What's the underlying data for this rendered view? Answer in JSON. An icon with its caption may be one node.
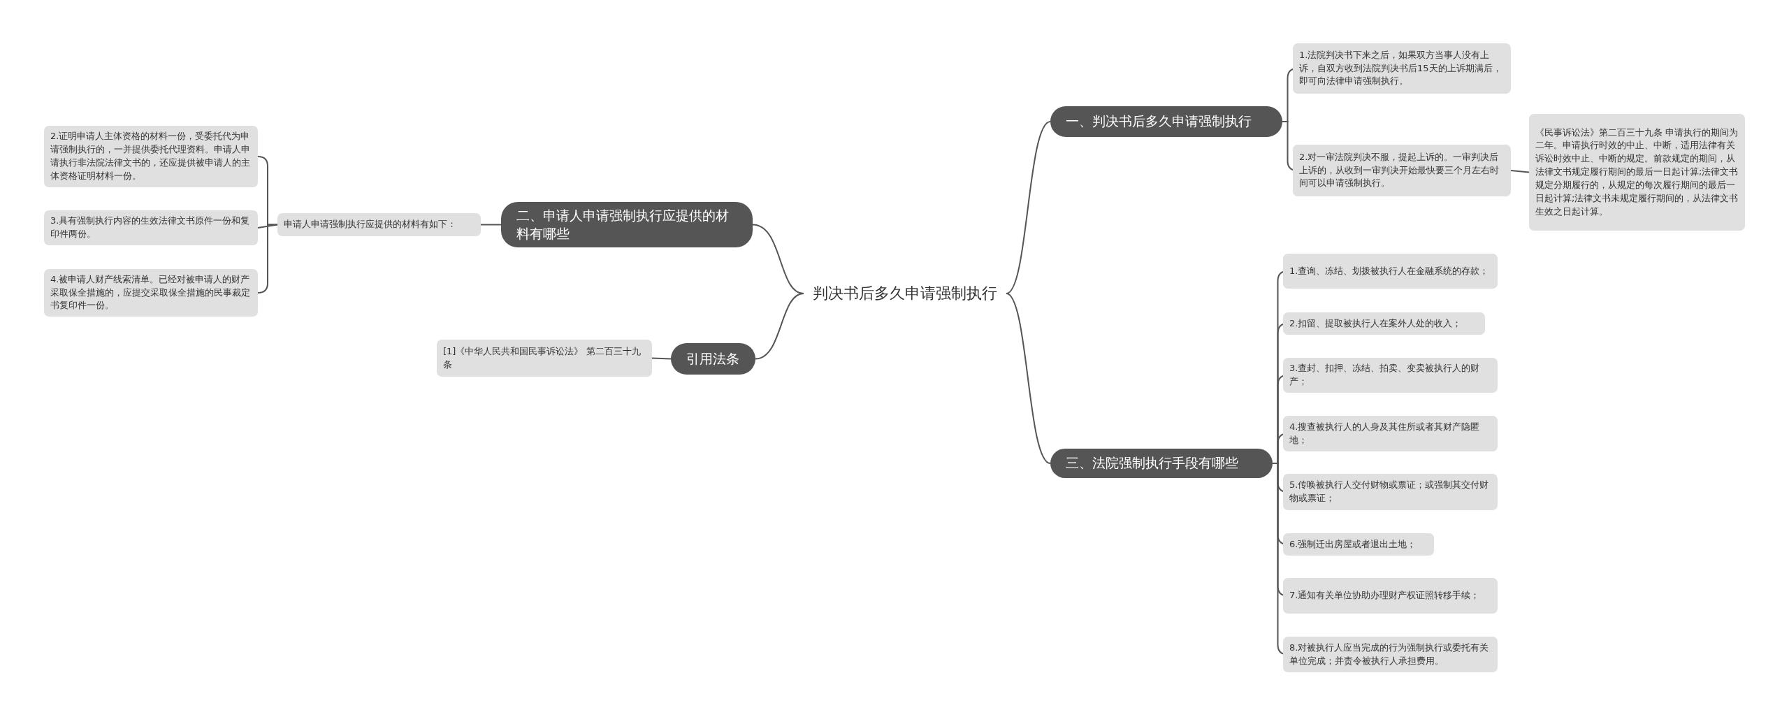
{
  "diagram": {
    "nodes": [
      {
        "text": [
          "判决书后多久申请强制执行"
        ]
      },
      {
        "text": [
          "一、判决书后多久申请强制执行"
        ]
      },
      {
        "text": [
          "1.法院判决书下来之后，如果双方当事人没有上诉，自双方收到法院判决书后15天的上诉期满后，即可向法律申请强制执行。"
        ]
      },
      {
        "text": [
          "2.对一审法院判决不服，提起上诉的。一审判决后上诉的，从收到一审判决开始最快要三个月左右时间可以申请强制执行。"
        ]
      },
      {
        "text": [
          "《民事诉讼法》第二百三十九条 申请执行的期间为二年。申请执行时效的中止、中断，适用法律有关诉讼时效中止、中断的规定。前款规定的期间，从法律文书规定履行期间的最后一日起计算;法律文书规定分期履行的，从规定的每次履行期间的最后一日起计算;法律文书未规定履行期间的，从法律文书生效之日起计算。"
        ]
      },
      {
        "text": [
          "二、申请人申请强制执行应提供的材料有哪些"
        ]
      },
      {
        "text": [
          "申请人申请强制执行应提供的材料有如下："
        ]
      },
      {
        "text": [
          "2.证明申请人主体资格的材料一份，受委托代为申请强制执行的，一并提供委托代理资料。申请人申请执行非法院法律文书的，还应提供被申请人的主体资格证明材料一份。"
        ]
      },
      {
        "text": [
          "3.具有强制执行内容的生效法律文书原件一份和复印件两份。"
        ]
      },
      {
        "text": [
          "4.被申请人财产线索清单。已经对被申请人的财产采取保全措施的，应提交采取保全措施的民事裁定书复印件一份。"
        ]
      },
      {
        "text": [
          "引用法条"
        ]
      },
      {
        "text": [
          "[1]《中华人民共和国民事诉讼法》 第二百三十九条"
        ]
      },
      {
        "text": [
          "三、法院强制执行手段有哪些"
        ]
      },
      {
        "text": [
          "1.查询、冻结、划拨被执行人在金融系统的存款；"
        ]
      },
      {
        "text": [
          "2.扣留、提取被执行人在案外人处的收入；"
        ]
      },
      {
        "text": [
          "3.查封、扣押、冻结、拍卖、变卖被执行人的财产；"
        ]
      },
      {
        "text": [
          "4.搜查被执行人的人身及其住所或者其财产隐匿地；"
        ]
      },
      {
        "text": [
          "5.传唤被执行人交付财物或票证；或强制其交付财物或票证；"
        ]
      },
      {
        "text": [
          "6.强制迁出房屋或者退出土地；"
        ]
      },
      {
        "text": [
          "7.通知有关单位协助办理财产权证照转移手续；"
        ]
      },
      {
        "text": [
          "8.对被执行人应当完成的行为强制执行或委托有关单位完成；并责令被执行人承担费用。"
        ]
      }
    ],
    "edges": [
      {
        "from": 0,
        "to": 1,
        "arrow": "none"
      },
      {
        "from": 1,
        "to": 2,
        "arrow": "none"
      },
      {
        "from": 1,
        "to": 3,
        "arrow": "none"
      },
      {
        "from": 3,
        "to": 4,
        "arrow": "none"
      },
      {
        "from": 0,
        "to": 5,
        "arrow": "none"
      },
      {
        "from": 5,
        "to": 6,
        "arrow": "none"
      },
      {
        "from": 6,
        "to": 7,
        "arrow": "none"
      },
      {
        "from": 6,
        "to": 8,
        "arrow": "none"
      },
      {
        "from": 6,
        "to": 9,
        "arrow": "none"
      },
      {
        "from": 0,
        "to": 10,
        "arrow": "none"
      },
      {
        "from": 10,
        "to": 11,
        "arrow": "none"
      },
      {
        "from": 0,
        "to": 12,
        "arrow": "none"
      },
      {
        "from": 12,
        "to": 13,
        "arrow": "none"
      },
      {
        "from": 12,
        "to": 14,
        "arrow": "none"
      },
      {
        "from": 12,
        "to": 15,
        "arrow": "none"
      },
      {
        "from": 12,
        "to": 16,
        "arrow": "none"
      },
      {
        "from": 12,
        "to": 17,
        "arrow": "none"
      },
      {
        "from": 12,
        "to": 18,
        "arrow": "none"
      },
      {
        "from": 12,
        "to": 19,
        "arrow": "none"
      },
      {
        "from": 12,
        "to": 20,
        "arrow": "none"
      }
    ]
  }
}
